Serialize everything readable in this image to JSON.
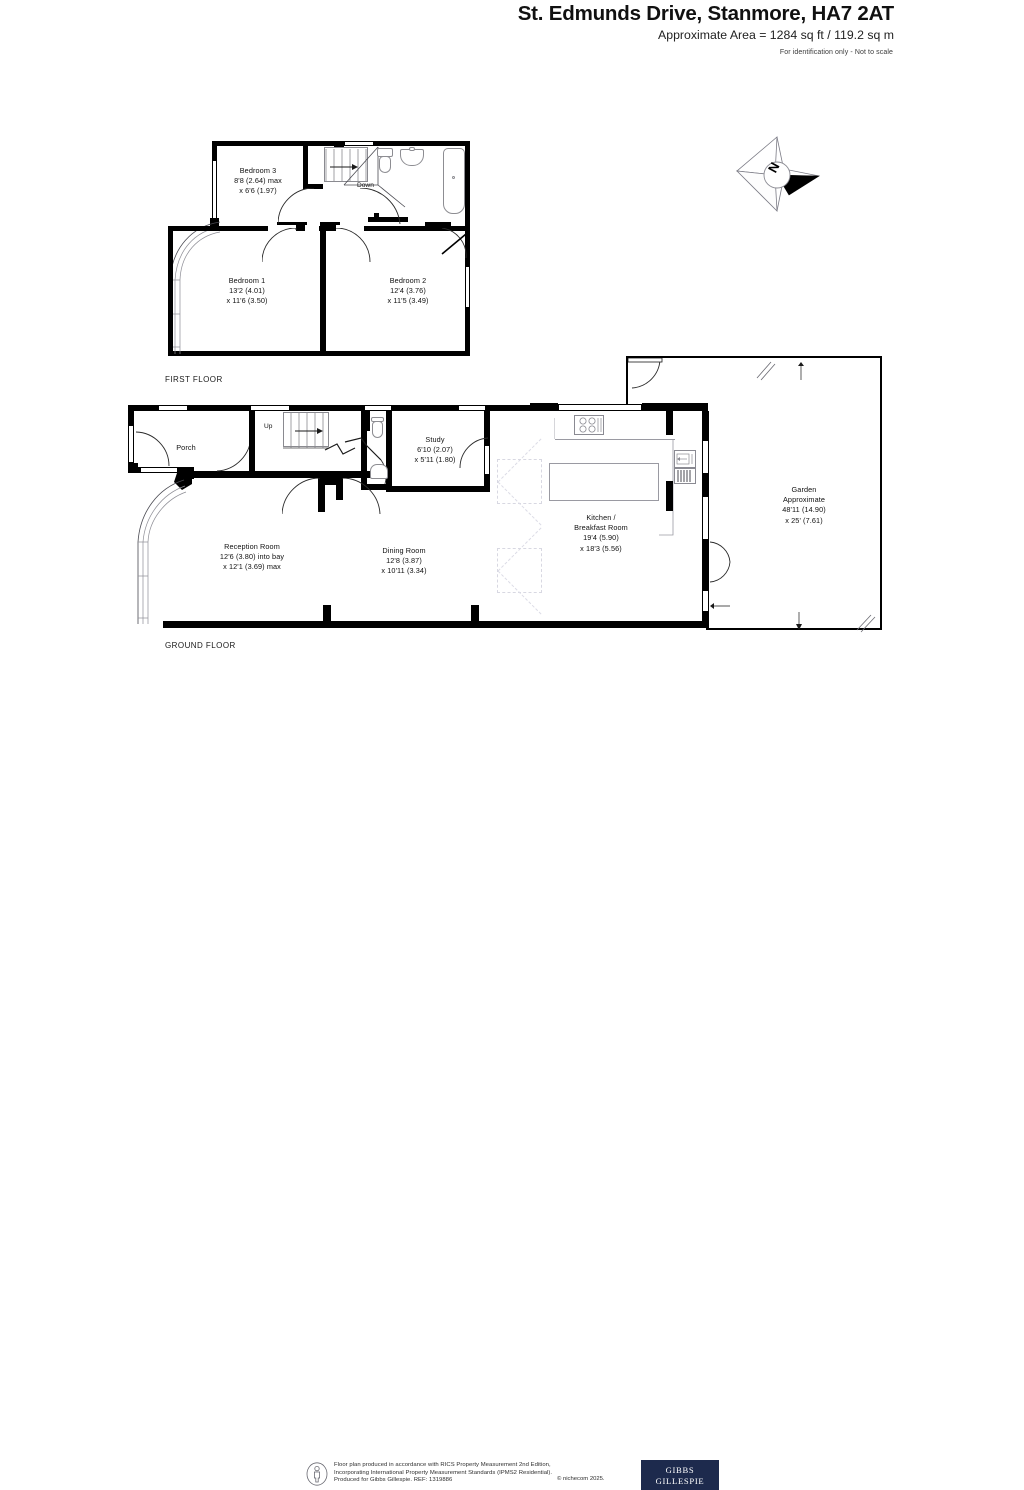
{
  "header": {
    "title": "St. Edmunds Drive, Stanmore, HA7 2AT",
    "area": "Approximate Area = 1284 sq ft / 119.2 sq m",
    "disclaimer": "For identification only - Not to scale"
  },
  "compass": {
    "north_label": "N"
  },
  "floors": [
    {
      "id": "first",
      "label": "FIRST FLOOR",
      "rooms": [
        {
          "name": "Bedroom 3",
          "dim1": "8'8 (2.64) max",
          "dim2": "x 6'6 (1.97)"
        },
        {
          "name": "Bedroom 1",
          "dim1": "13'2 (4.01)",
          "dim2": "x 11'6  (3.50)"
        },
        {
          "name": "Bedroom 2",
          "dim1": "12'4 (3.76)",
          "dim2": "x 11'5 (3.49)"
        }
      ],
      "annotations": [
        {
          "text": "Down"
        }
      ]
    },
    {
      "id": "ground",
      "label": "GROUND FLOOR",
      "rooms": [
        {
          "name": "Porch",
          "dim1": "",
          "dim2": ""
        },
        {
          "name": "Study",
          "dim1": "6'10 (2.07)",
          "dim2": "x 5'11 (1.80)"
        },
        {
          "name": "Reception Room",
          "dim1": "12'6 (3.80) into bay",
          "dim2": "x 12'1 (3.69) max"
        },
        {
          "name": "Dining Room",
          "dim1": "12'8 (3.87)",
          "dim2": "x 10'11 (3.34)"
        },
        {
          "name": "Kitchen /",
          "name2": "Breakfast Room",
          "dim1": "19'4 (5.90)",
          "dim2": "x 18'3 (5.56)"
        },
        {
          "name": "Garden",
          "name2": "Approximate",
          "dim1": "48'11 (14.90)",
          "dim2": "x 25' (7.61)"
        }
      ],
      "annotations": [
        {
          "text": "Up"
        }
      ]
    }
  ],
  "footer": {
    "line1": "Floor plan produced in accordance with RICS Property Measurement 2nd Edition,",
    "line2": "Incorporating International Property Measurement Standards (IPMS2 Residential).",
    "line3": "Produced for Gibbs Gillespie.     REF:  1319886",
    "copyright": "© nichecom 2025.",
    "logo_line1": "GIBBS",
    "logo_line2": "GILLESPIE"
  },
  "colors": {
    "wall": "#000000",
    "logo_bg": "#1d2a4d",
    "text": "#111111"
  }
}
